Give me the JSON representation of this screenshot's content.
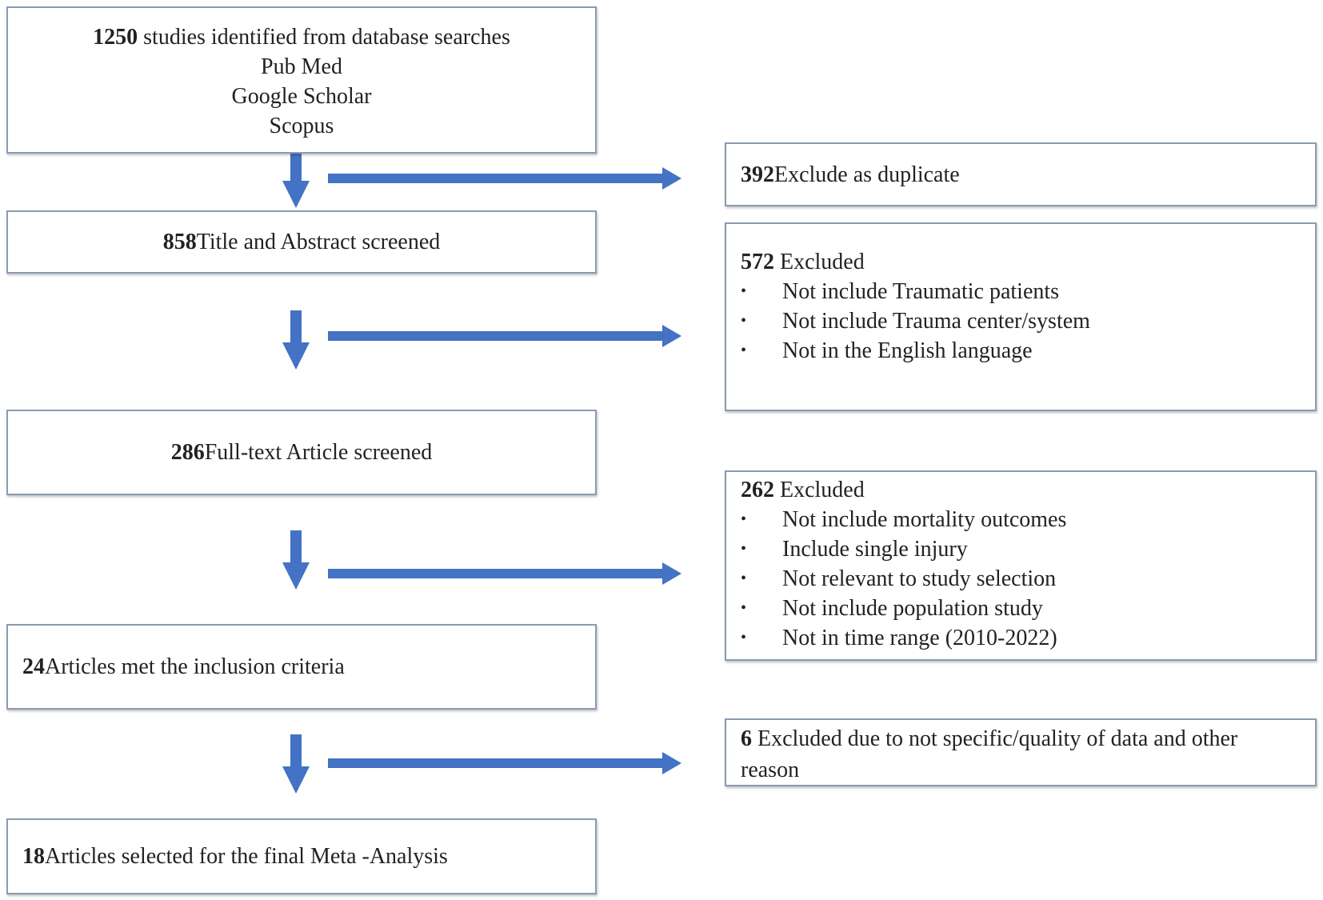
{
  "identification": {
    "count": "1250",
    "text": " studies identified from database searches",
    "databases": [
      "Pub Med",
      "Google Scholar",
      "Scopus"
    ]
  },
  "duplicates": {
    "count": "392",
    "text": " Exclude as duplicate"
  },
  "title_abstract": {
    "count": "858",
    "text": " Title and Abstract screened"
  },
  "excluded_1": {
    "count": "572",
    "text": " Excluded",
    "reasons": [
      "Not include Traumatic patients",
      "Not include Trauma center/system",
      "Not in the English language"
    ]
  },
  "full_text": {
    "count": "286",
    "text": " Full-text Article screened"
  },
  "excluded_2": {
    "count": "262",
    "text": " Excluded",
    "reasons": [
      "Not include mortality outcomes",
      "Include single injury",
      "Not relevant to study selection",
      "Not include population study",
      "Not in time range (2010-2022)"
    ]
  },
  "inclusion": {
    "count": "24",
    "text": " Articles met the inclusion criteria"
  },
  "excluded_3": {
    "count": "6",
    "text": " Excluded due to not specific/quality of data and other reason"
  },
  "final": {
    "count": "18",
    "text": " Articles selected for the final Meta -Analysis"
  },
  "colors": {
    "arrow": "#4472c4",
    "border": "#8a9ab5"
  }
}
